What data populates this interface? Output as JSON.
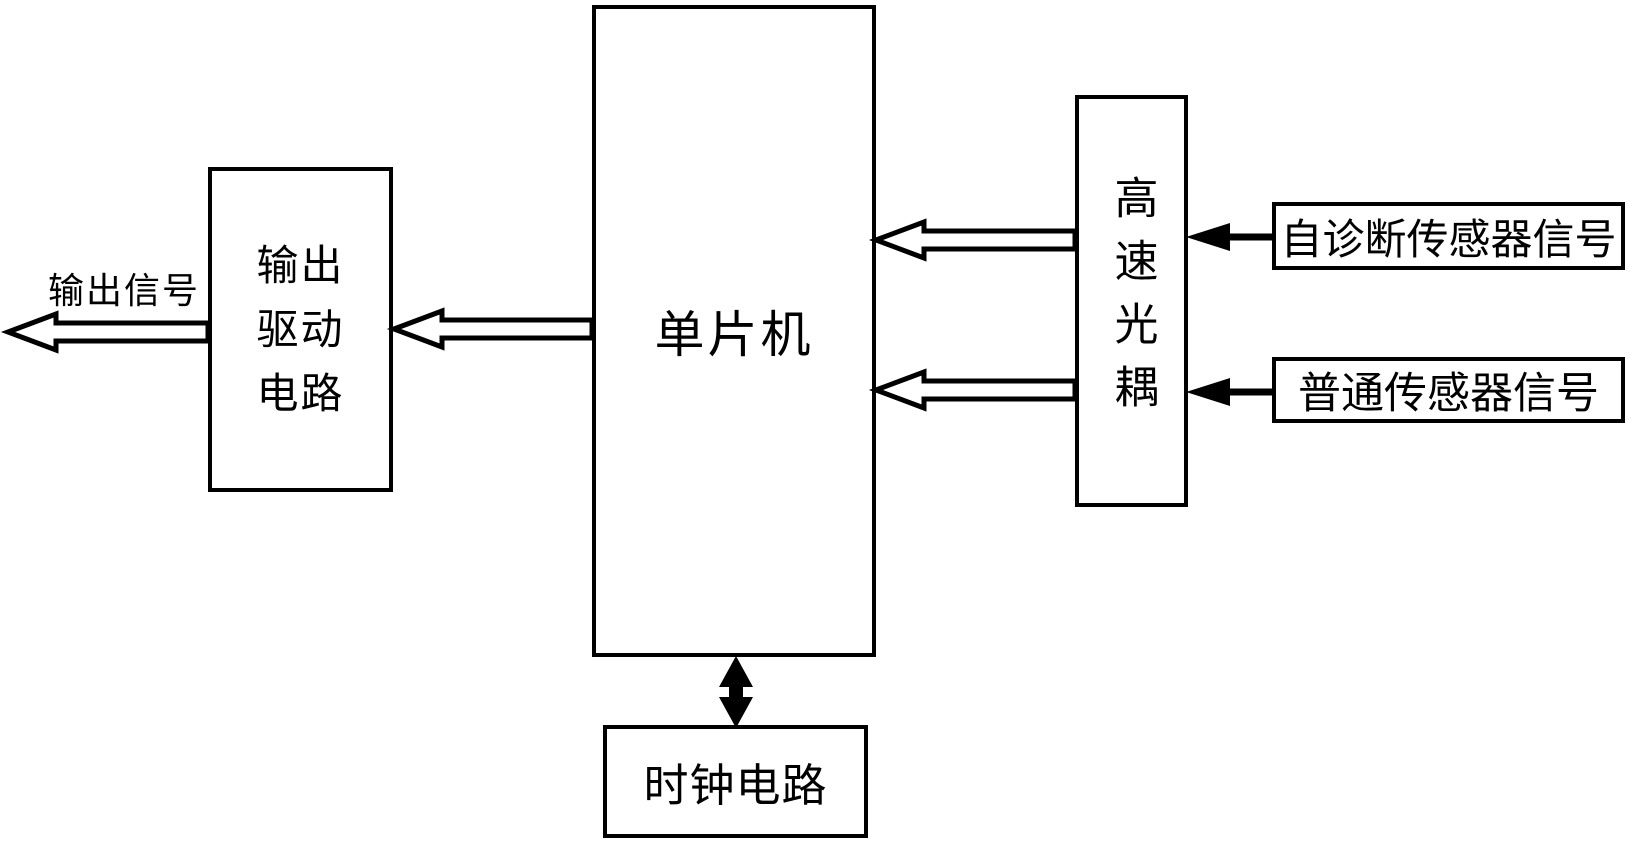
{
  "background_color": "#ffffff",
  "line_color": "#000000",
  "boxes": {
    "output_driver": {
      "lines": [
        "输出",
        "驱动",
        "电路"
      ]
    },
    "mcu": {
      "label": "单片机"
    },
    "optocoupler": {
      "label": "高速光耦"
    },
    "self_diagnostic": {
      "label": "自诊断传感器信号"
    },
    "normal_sensor": {
      "label": "普通传感器信号"
    },
    "clock": {
      "label": "时钟电路"
    }
  },
  "labels": {
    "output_signal": "输出信号"
  },
  "connections": [
    {
      "from": "self_diagnostic",
      "to": "optocoupler",
      "style": "solid-arrow"
    },
    {
      "from": "normal_sensor",
      "to": "optocoupler",
      "style": "solid-arrow"
    },
    {
      "from": "optocoupler",
      "to": "mcu",
      "style": "hollow-arrow",
      "count": 2
    },
    {
      "from": "mcu",
      "to": "output_driver",
      "style": "hollow-arrow"
    },
    {
      "from": "output_driver",
      "to": "output_signal",
      "style": "hollow-arrow"
    },
    {
      "from": "mcu",
      "to": "clock",
      "style": "double-headed-solid-arrow"
    }
  ]
}
